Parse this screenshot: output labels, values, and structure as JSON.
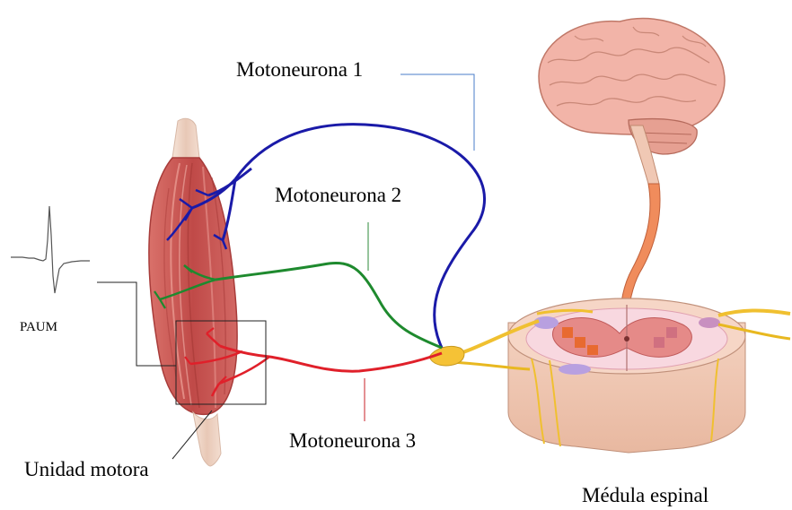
{
  "labels": {
    "motoneurona_1": "Motoneurona 1",
    "motoneurona_2": "Motoneurona 2",
    "motoneurona_3": "Motoneurona 3",
    "paum": "PAUM",
    "unidad_motora": "Unidad motora",
    "medula_espinal": "Médula espinal"
  },
  "colors": {
    "motoneurona_1": "#1a1aa8",
    "motoneurona_2": "#1e8a2e",
    "motoneurona_3": "#e0202a",
    "muscle": "#c8504c",
    "tendon": "#efd6c8",
    "brain": "#f2b4a8",
    "spinal_cord": "#f0c8b4",
    "nerve": "#f0c030",
    "leader_1": "#4a7ec8",
    "leader_2": "#2e8a3a",
    "leader_3": "#c8202a"
  },
  "icons": {
    "muscle": "muscle-illustration",
    "brain": "brain-illustration",
    "spinal_cord": "spinal-cord-cross-section",
    "waveform": "action-potential-trace"
  }
}
